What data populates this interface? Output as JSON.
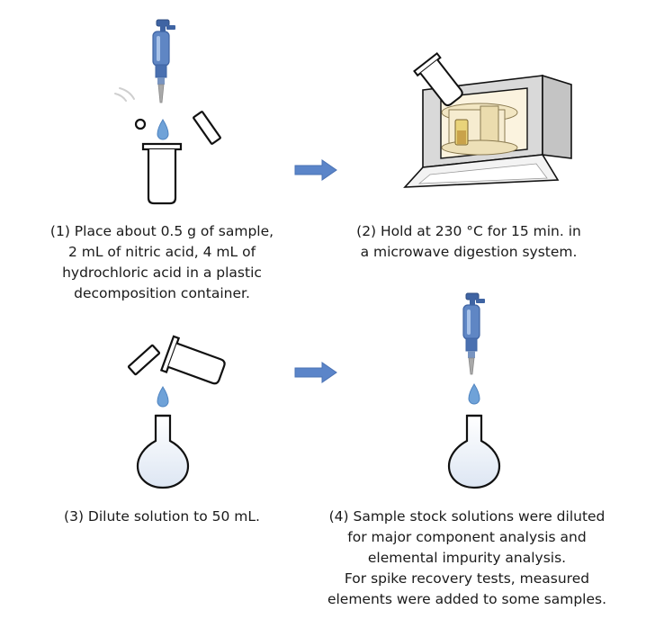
{
  "steps": [
    {
      "id": 1,
      "lines": [
        "(1) Place about 0.5 g of sample,",
        "2 mL of nitric acid, 4 mL of",
        "hydrochloric acid in a plastic",
        "decomposition container."
      ]
    },
    {
      "id": 2,
      "lines": [
        "(2) Hold at 230 °C for 15 min. in",
        "a microwave digestion system."
      ]
    },
    {
      "id": 3,
      "lines": [
        "(3) Dilute solution to 50 mL."
      ]
    },
    {
      "id": 4,
      "lines": [
        "(4) Sample stock solutions were diluted",
        "for major component analysis and",
        "elemental impurity analysis.",
        "For spike recovery tests, measured",
        "elements were added to some samples."
      ]
    }
  ],
  "colors": {
    "pipette_blue": "#5f86c4",
    "pipette_dark": "#3f64a3",
    "drop_blue": "#6fa2d8",
    "arrow_blue": "#5b85c9",
    "oven_gray": "#d9d9d9",
    "oven_interior": "#fbf3df",
    "vessel_gold": "#e9d37a",
    "flask_fill": "#eef3fa"
  }
}
